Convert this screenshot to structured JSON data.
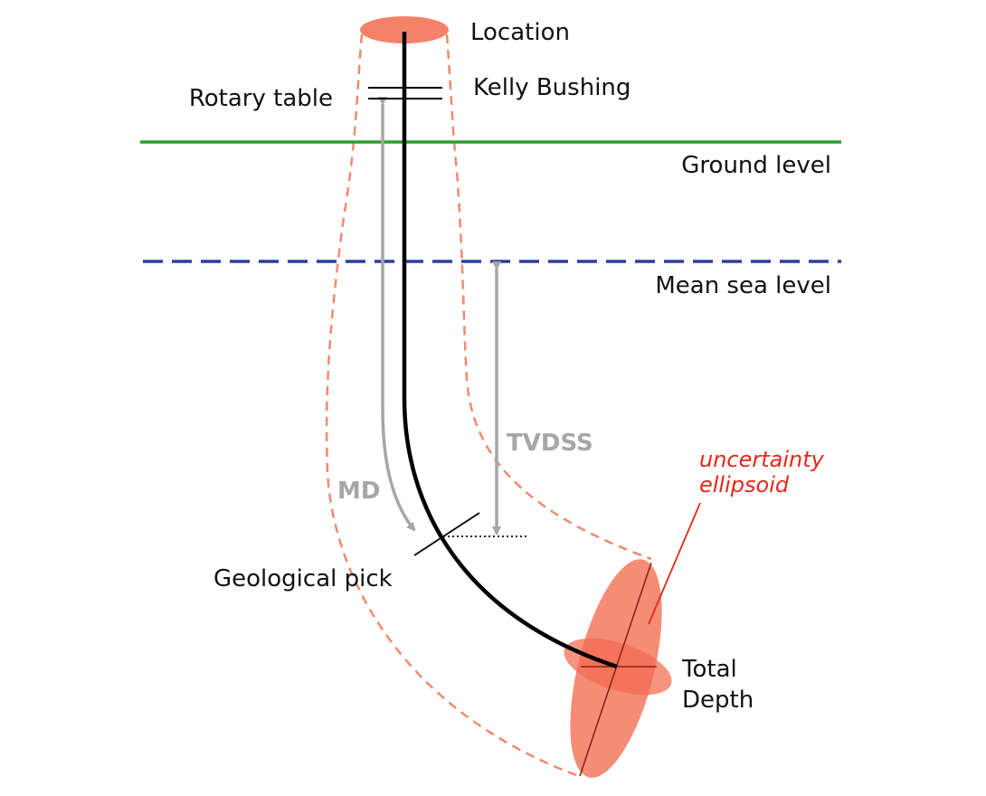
{
  "labels": {
    "location": "Location",
    "kelly_bushing": "Kelly Bushing",
    "rotary_table": "Rotary table",
    "ground_level": "Ground level",
    "mean_sea_level": "Mean sea level",
    "tvdss": "TVDSS",
    "md": "MD",
    "uncertainty_line1": "uncertainty",
    "uncertainty_line2": "ellipsoid",
    "geological_pick": "Geological pick",
    "total_depth_line1": "Total",
    "total_depth_line2": "Depth"
  },
  "colors": {
    "ground_level": "#2ca02c",
    "mean_sea_level": "#2e3f9a",
    "uncertainty_fill": "#f26b4f",
    "uncertainty_line": "#f08a6e",
    "uncertainty_text": "#e8261a",
    "measure_arrows": "#a6a6a6",
    "wellbore": "#000000"
  }
}
